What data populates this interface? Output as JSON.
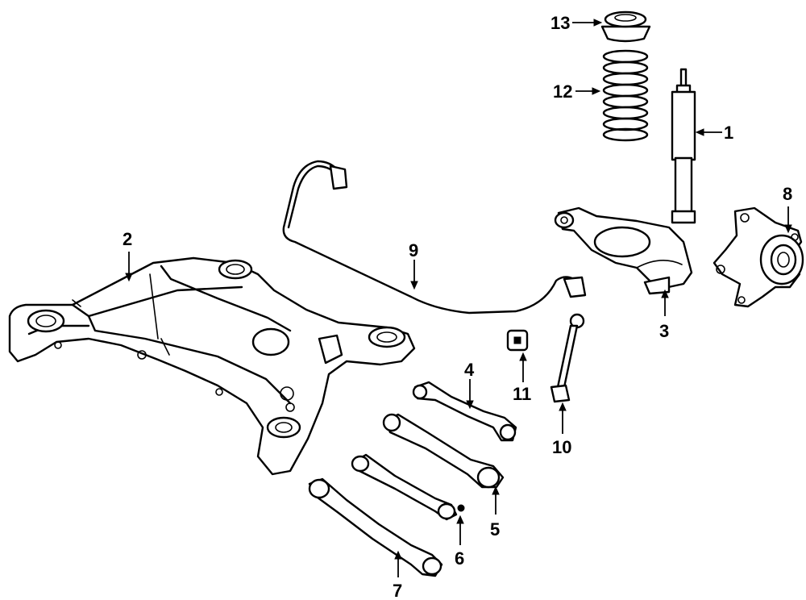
{
  "diagram": {
    "callouts": {
      "c1": "1",
      "c2": "2",
      "c3": "3",
      "c4": "4",
      "c5": "5",
      "c6": "6",
      "c7": "7",
      "c8": "8",
      "c9": "9",
      "c10": "10",
      "c11": "11",
      "c12": "12",
      "c13": "13"
    },
    "parts": [
      "shock-absorber",
      "subframe-crossmember",
      "lower-control-arm",
      "upper-link-arm",
      "lateral-link-arm",
      "toe-link-arm",
      "lower-link-arm",
      "steering-knuckle-hub",
      "stabilizer-bar",
      "stabilizer-link",
      "stabilizer-bushing",
      "coil-spring",
      "spring-seat"
    ]
  }
}
